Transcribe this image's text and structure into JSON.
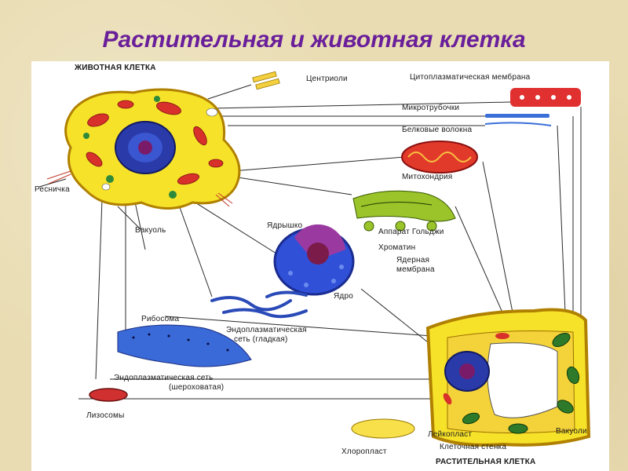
{
  "title": "Растительная и животная клетка",
  "labels": {
    "animal_cell": "ЖИВОТНАЯ КЛЕТКА",
    "plant_cell": "РАСТИТЕЛЬНАЯ КЛЕТКА",
    "centrioles": "Центриоли",
    "cytoplasmic_membrane": "Цитоплазматическая мембрана",
    "microtubules": "Микротрубочки",
    "protein_fibers": "Белковые волокна",
    "mitochondria": "Митохондрия",
    "cilium": "Ресничка",
    "nucleolus": "Ядрышко",
    "golgi": "Аппарат Гольджи",
    "chromatin": "Хроматин",
    "nuclear_membrane_1": "Ядерная",
    "nuclear_membrane_2": "мембрана",
    "vacuole_animal": "Вакуоль",
    "nucleus": "Ядро",
    "ribosome": "Рибосома",
    "smooth_er_1": "Эндоплазматическая",
    "smooth_er_2": "сеть (гладкая)",
    "rough_er_1": "Эндоплазматическая сеть",
    "rough_er_2": "(шероховатая)",
    "lysosomes": "Лизосомы",
    "leucoplast": "Лейкопласт",
    "vacuoles_plant": "Вакуоли",
    "cell_wall": "Клеточная стенка",
    "chloroplast": "Хлоропласт"
  }
}
